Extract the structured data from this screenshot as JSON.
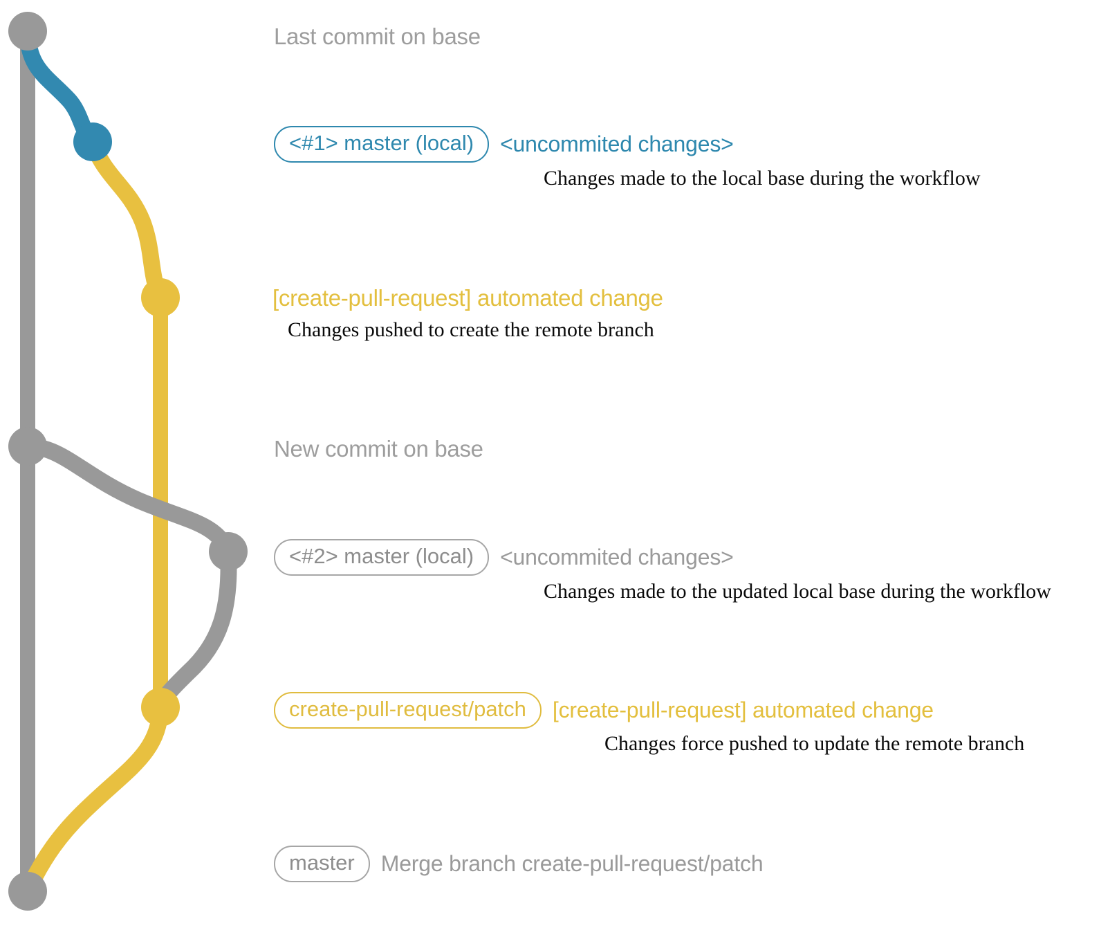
{
  "diagram": {
    "title": "git branch graph for create-pull-request workflow",
    "colors": {
      "base_gray": "#999999",
      "local_blue": "#3289b0",
      "patch_yellow": "#e8c040",
      "text_gray": "#9a9a9a",
      "text_black": "#0a0a0a",
      "background": "#ffffff"
    }
  },
  "rows": [
    {
      "id": "last-commit-on-base",
      "badge": null,
      "message": "Last commit on base",
      "message_color": "gray",
      "sub": null,
      "node": {
        "color": "base_gray",
        "lane": 0
      }
    },
    {
      "id": "master-local-1",
      "badge": "<#1> master (local)",
      "badge_color": "blue",
      "message": "<uncommited changes>",
      "message_color": "blue",
      "sub": "Changes made to the local base during the workflow",
      "node": {
        "color": "local_blue",
        "lane": 1
      }
    },
    {
      "id": "automated-change-1",
      "badge": null,
      "message": "[create-pull-request] automated change",
      "message_color": "yellow",
      "sub": "Changes pushed to create the remote branch",
      "node": {
        "color": "patch_yellow",
        "lane": 2
      }
    },
    {
      "id": "new-commit-on-base",
      "badge": null,
      "message": "New commit on base",
      "message_color": "gray",
      "sub": null,
      "node": {
        "color": "base_gray",
        "lane": 0
      }
    },
    {
      "id": "master-local-2",
      "badge": "<#2> master (local)",
      "badge_color": "gray",
      "message": "<uncommited changes>",
      "message_color": "gray",
      "sub": "Changes made to the updated local base during the workflow",
      "node": {
        "color": "base_gray",
        "lane": 3
      }
    },
    {
      "id": "automated-change-2",
      "badge": "create-pull-request/patch",
      "badge_color": "yellow",
      "message": "[create-pull-request] automated change",
      "message_color": "yellow",
      "sub": "Changes force pushed to update the remote branch",
      "node": {
        "color": "patch_yellow",
        "lane": 2
      }
    },
    {
      "id": "merge-commit",
      "badge": "master",
      "badge_color": "gray",
      "message": "Merge branch create-pull-request/patch",
      "message_color": "gray",
      "sub": null,
      "node": {
        "color": "base_gray",
        "lane": 0
      }
    }
  ]
}
